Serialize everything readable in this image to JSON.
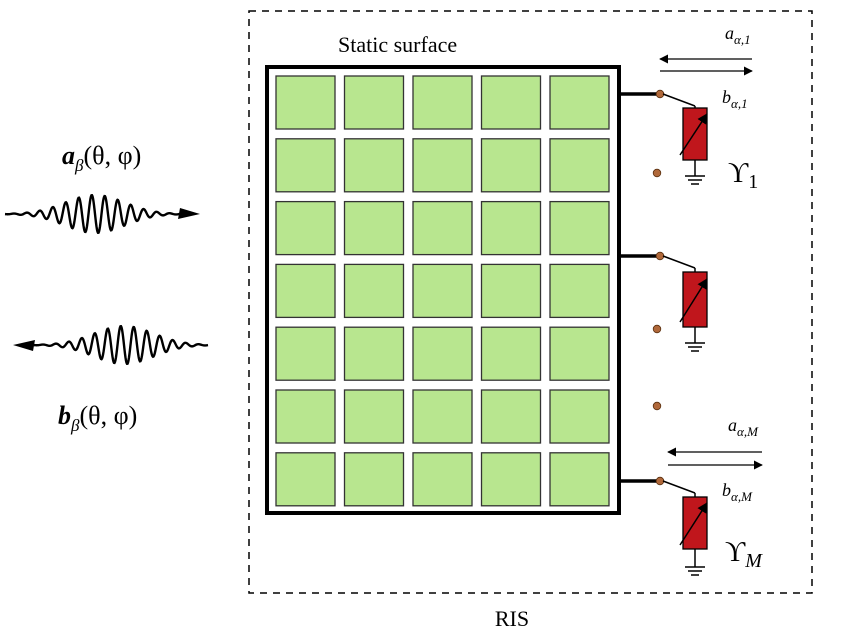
{
  "title": "Static surface",
  "caption": "RIS",
  "grid": {
    "rows": 7,
    "cols": 5,
    "cell_color": "#b8e68f"
  },
  "load_color": "#c0161c",
  "port_dot_color": "#b0683a",
  "incident_wave": {
    "symbol": "a",
    "subscript": "β",
    "args": "(θ, φ)"
  },
  "reflected_wave": {
    "symbol": "b",
    "subscript": "β",
    "args": "(θ, φ)"
  },
  "port_1": {
    "incident": {
      "symbol": "a",
      "subscript": "α,1"
    },
    "reflected": {
      "symbol": "b",
      "subscript": "α,1"
    },
    "load": {
      "symbol": "ϒ",
      "subscript": "1"
    }
  },
  "port_M": {
    "incident": {
      "symbol": "a",
      "subscript": "α,M"
    },
    "reflected": {
      "symbol": "b",
      "subscript": "α,M"
    },
    "load": {
      "symbol": "ϒ",
      "subscript": "M"
    }
  }
}
